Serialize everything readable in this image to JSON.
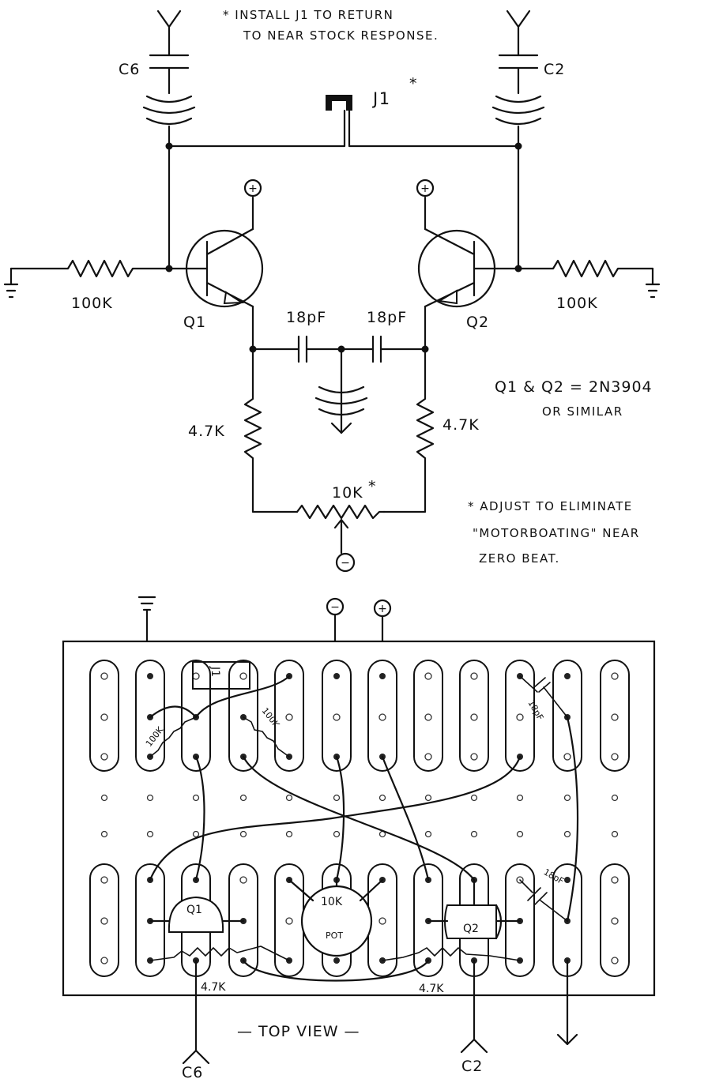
{
  "notes": {
    "j1_note_line1": "* INSTALL J1 TO RETURN",
    "j1_note_line2": "TO NEAR STOCK RESPONSE.",
    "transistor_spec_line1": "Q1 & Q2 = 2N3904",
    "transistor_spec_line2": "OR SIMILAR",
    "adjust_line1": "* ADJUST TO ELIMINATE",
    "adjust_line2": "\"MOTORBOATING\" NEAR",
    "adjust_line3": "ZERO BEAT."
  },
  "schematic": {
    "c6": "C6",
    "c2": "C2",
    "j1": "J1",
    "j1_star": "*",
    "r_left": "100K",
    "r_right": "100K",
    "q1": "Q1",
    "q2": "Q2",
    "cap_left": "18pF",
    "cap_right": "18pF",
    "r_emitter_left": "4.7K",
    "r_emitter_right": "4.7K",
    "pot": "10K",
    "pot_star": "*",
    "plus": "+",
    "minus": "−"
  },
  "board": {
    "title": "— TOP VIEW —",
    "j1": "J1",
    "r_100k_a": "100K",
    "r_100k_b": "100K",
    "cap_top": "18pF",
    "cap_bottom": "18pF",
    "q1": "Q1",
    "q2": "Q2",
    "pot_value": "10K",
    "pot_label": "POT",
    "r_47k_left": "4.7K",
    "r_47k_right": "4.7K",
    "c6": "C6",
    "c2": "C2",
    "plus": "+",
    "minus": "−"
  }
}
